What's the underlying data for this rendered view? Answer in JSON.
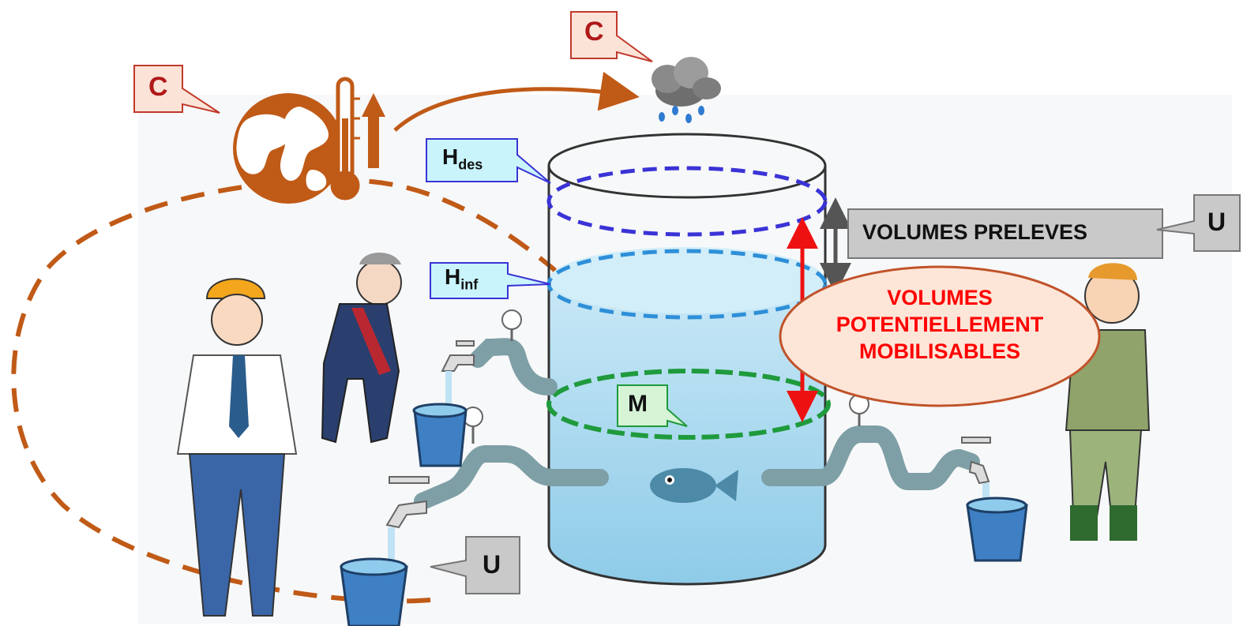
{
  "callouts": {
    "climate_top": "C",
    "climate_left": "C",
    "user_right": "U",
    "user_bottom": "U",
    "h_des_main": "H",
    "h_des_sub": "des",
    "h_inf_main": "H",
    "h_inf_sub": "inf",
    "m_label": "M"
  },
  "labels": {
    "volumes_preleves": "VOLUMES PRELEVES",
    "volumes_mobilisables_line1": "VOLUMES",
    "volumes_mobilisables_line2": "POTENTIELLEMENT",
    "volumes_mobilisables_line3": "MOBILISABLES"
  },
  "colors": {
    "climate_orange": "#c05a17",
    "climate_box_fill": "#fbe3d8",
    "climate_box_border": "#c0392b",
    "h_des_ring": "#3a33d6",
    "h_inf_ring": "#2e8fd8",
    "m_ring": "#1f9a3c",
    "water": "#a9d8ef",
    "arrow_red": "#ee1111",
    "arrow_grey": "#555555",
    "ellipse_fill": "#fde6d8",
    "ellipse_border": "#c0532a",
    "u_box_fill": "#c9c9c9"
  },
  "icons": [
    "earth-icon",
    "thermometer-icon",
    "rain-cloud-icon",
    "fish-icon",
    "tap-icon",
    "bucket-icon",
    "pressure-gauge-icon"
  ]
}
